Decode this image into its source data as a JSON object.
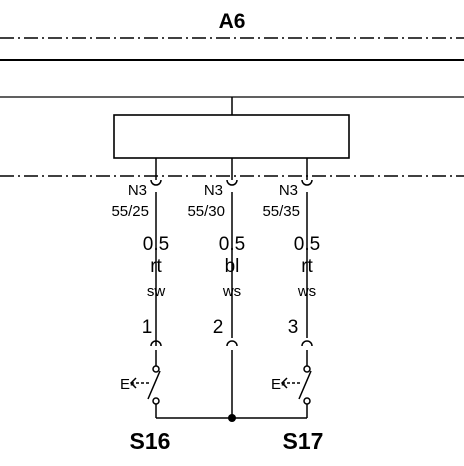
{
  "diagram": {
    "module_label": "A6",
    "connectors": [
      {
        "name": "N3",
        "pin": "55/25",
        "size": "0.5",
        "color1": "rt",
        "color2": "sw",
        "pin_no": "1"
      },
      {
        "name": "N3",
        "pin": "55/30",
        "size": "0.5",
        "color1": "bl",
        "color2": "ws",
        "pin_no": "2"
      },
      {
        "name": "N3",
        "pin": "55/35",
        "size": "0.5",
        "color1": "rt",
        "color2": "ws",
        "pin_no": "3"
      }
    ],
    "switch_labels": [
      "S16",
      "S17"
    ],
    "actuator_symbol": "E-"
  }
}
